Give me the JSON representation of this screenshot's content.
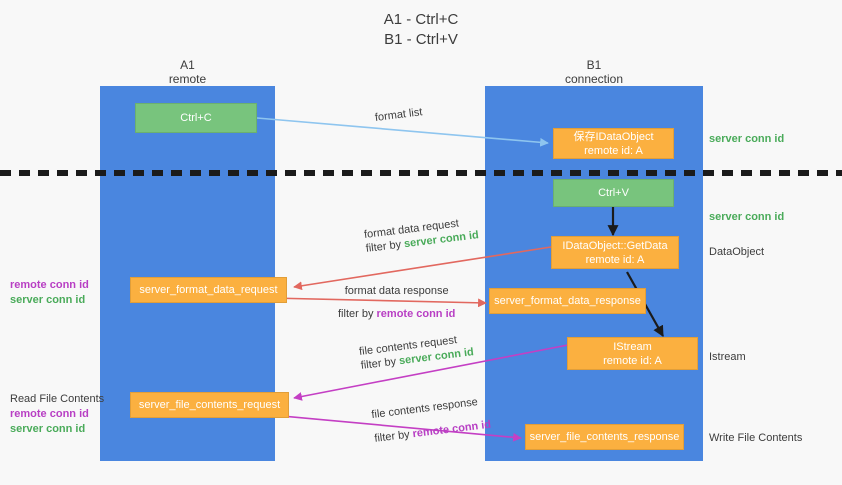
{
  "title": {
    "line1": "A1 - Ctrl+C",
    "line2": "B1 - Ctrl+V"
  },
  "colors": {
    "lane": "#4a86df",
    "node_green": "#78c47d",
    "node_orange": "#fbb040",
    "server_conn_id": "#4aab5a",
    "remote_conn_id": "#b83fc4",
    "arrow_format_list": "#8ec5ef",
    "arrow_format_data": "#e2685f",
    "arrow_file_contents": "#c43fc4",
    "arrow_internal": "#1b1b1b"
  },
  "lanes": [
    {
      "id": "a1",
      "name": "A1",
      "sub": "remote"
    },
    {
      "id": "b1",
      "name": "B1",
      "sub": "connection"
    }
  ],
  "nodes": {
    "ctrl_c": {
      "line1": "Ctrl+C",
      "line2": ""
    },
    "save_idataobject": {
      "line1": "保存IDataObject",
      "line2": "remote id: A"
    },
    "ctrl_v": {
      "line1": "Ctrl+V",
      "line2": ""
    },
    "getdata": {
      "line1": "IDataObject::GetData",
      "line2": "remote id: A"
    },
    "istream": {
      "line1": "IStream",
      "line2": "remote id: A"
    },
    "format_data_request": {
      "line1": "server_format_data_request",
      "line2": ""
    },
    "format_data_response": {
      "line1": "server_format_data_response",
      "line2": ""
    },
    "file_contents_request": {
      "line1": "server_file_contents_request",
      "line2": ""
    },
    "file_contents_response": {
      "line1": "server_file_contents_response",
      "line2": ""
    }
  },
  "edge_labels": {
    "format_list": {
      "text": "format list"
    },
    "format_data_request": {
      "line1": "format data request",
      "prefix": "filter by ",
      "token": "server conn id"
    },
    "format_data_response": {
      "line1": "format data response",
      "prefix": "filter by ",
      "token": "remote conn id"
    },
    "file_contents_request": {
      "line1": "file contents request",
      "prefix": "filter by ",
      "token": "server conn id"
    },
    "file_contents_response": {
      "line1": "file contents response",
      "prefix": "filter by ",
      "token": "remote conn id"
    }
  },
  "right_annotations": [
    {
      "id": "server-conn-id-1",
      "text": "server conn id",
      "kind": "server"
    },
    {
      "id": "server-conn-id-2",
      "text": "server conn id",
      "kind": "server"
    },
    {
      "id": "dataobject",
      "text": "DataObject",
      "kind": "plain"
    },
    {
      "id": "istream",
      "text": "Istream",
      "kind": "plain"
    },
    {
      "id": "write-file",
      "text": "Write File Contents",
      "kind": "plain"
    }
  ],
  "left_annotations": [
    {
      "id": "format-conn-ids",
      "heading": "",
      "remote": "remote conn id",
      "server": "server conn id"
    },
    {
      "id": "read-file",
      "heading": "Read File Contents",
      "remote": "remote conn id",
      "server": "server conn id"
    }
  ]
}
